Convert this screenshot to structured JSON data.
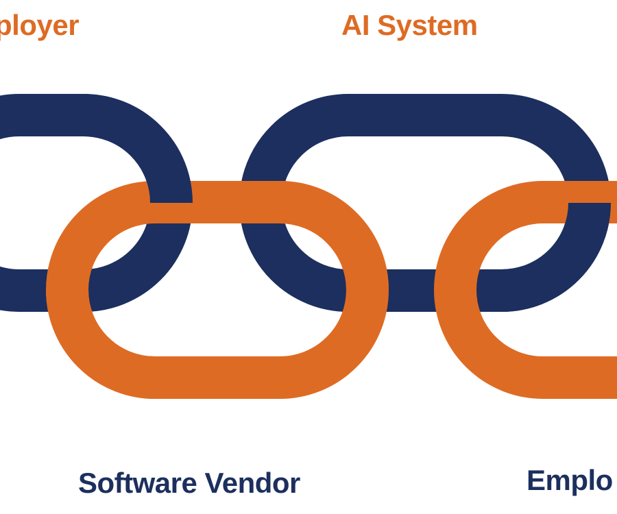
{
  "labels": {
    "employer_top": "ployer",
    "ai_system": "AI System",
    "software_vendor": "Software Vendor",
    "employer_bottom": "Emplo"
  },
  "links": [
    {
      "name": "employer-link",
      "color_key": "navy"
    },
    {
      "name": "software-vendor-link",
      "color_key": "orange"
    },
    {
      "name": "ai-system-link",
      "color_key": "navy"
    },
    {
      "name": "employer-bottom-link",
      "color_key": "orange"
    }
  ],
  "colors": {
    "navy": "#1c2f5e",
    "orange": "#de6b24",
    "background": "#ffffff"
  }
}
